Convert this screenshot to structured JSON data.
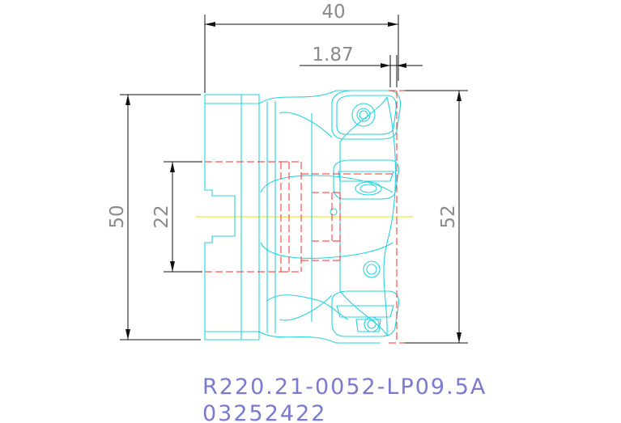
{
  "dimensions": {
    "overall_width": "40",
    "offset": "1.87",
    "body_height": "50",
    "bore_height": "22",
    "cut_height": "52"
  },
  "part": {
    "code": "R220.21-0052-LP09.5A",
    "number": "03252422"
  },
  "colors": {
    "outline": "#26d3dc",
    "hidden": "#ff2b2b",
    "centerline": "#e6e600",
    "dimension": "#111111",
    "dimension_text": "#8a8a8a",
    "code_text": "#7a7ad0"
  }
}
